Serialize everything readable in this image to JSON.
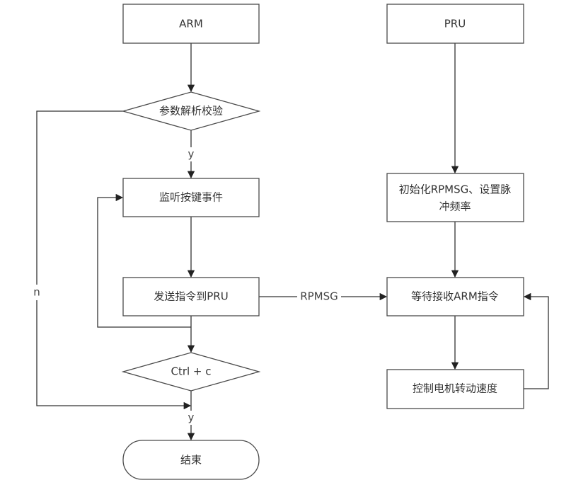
{
  "diagram": {
    "type": "flowchart",
    "nodes": {
      "arm": "ARM",
      "param_check": "参数解析校验",
      "listen_keys": "监听按键事件",
      "send_cmd": "发送指令到PRU",
      "ctrl_c": "Ctrl + c",
      "end": "结束",
      "pru": "PRU",
      "init_line1": "初始化RPMSG、设置脉",
      "init_line2": "冲频率",
      "wait_cmd": "等待接收ARM指令",
      "control_motor": "控制电机转动速度"
    },
    "edge_labels": {
      "param_yes": "y",
      "param_no": "n",
      "ctrl_yes": "y",
      "rpmsg": "RPMSG"
    },
    "colors": {
      "stroke": "#4a4a4a",
      "text": "#333333",
      "background": "#ffffff"
    }
  }
}
